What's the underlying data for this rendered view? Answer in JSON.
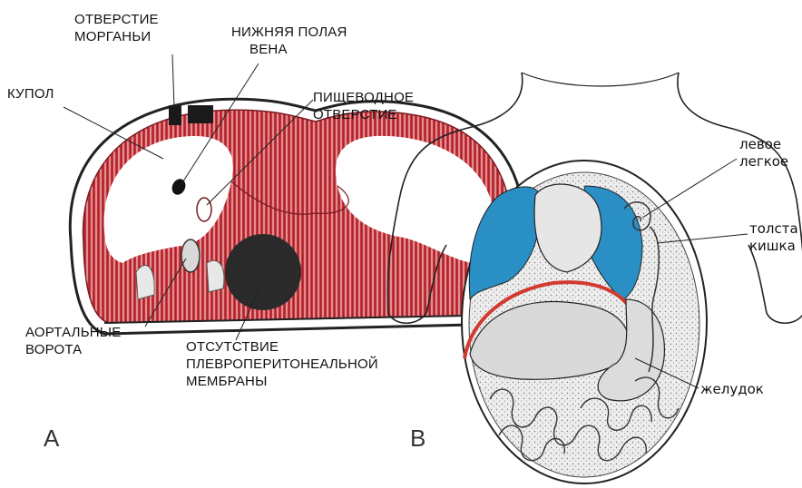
{
  "panel_a": {
    "letter": "A",
    "labels": {
      "morgagni_foramen": [
        "ОТВЕРСТИЕ",
        "МОРГАНЬИ"
      ],
      "inferior_vena_cava": [
        "НИЖНЯЯ ПОЛАЯ",
        "ВЕНА"
      ],
      "dome": "КУПОЛ",
      "esophageal_opening": [
        "ПИЩЕВОДНОЕ",
        "ОТВЕРСТИЕ"
      ],
      "aortic_hiatus": [
        "АОРТАЛЬНЫЕ",
        "ВОРОТА"
      ],
      "absent_membrane": [
        "ОТСУТСТВИЕ",
        "ПЛЕВРОПЕРИТОНЕАЛЬНОЙ",
        "МЕМБРАНЫ"
      ]
    }
  },
  "panel_b": {
    "letter": "B",
    "labels": {
      "left_lung": [
        "левое",
        "легкое"
      ],
      "colon": [
        "толста",
        "кишка"
      ],
      "stomach": "желудок"
    }
  },
  "colors": {
    "muscle_red": "#c8323a",
    "muscle_dark": "#8a1b22",
    "lung_blue": "#2a8fc4",
    "outline": "#222222",
    "diaphragm_red": "#d23a30"
  }
}
